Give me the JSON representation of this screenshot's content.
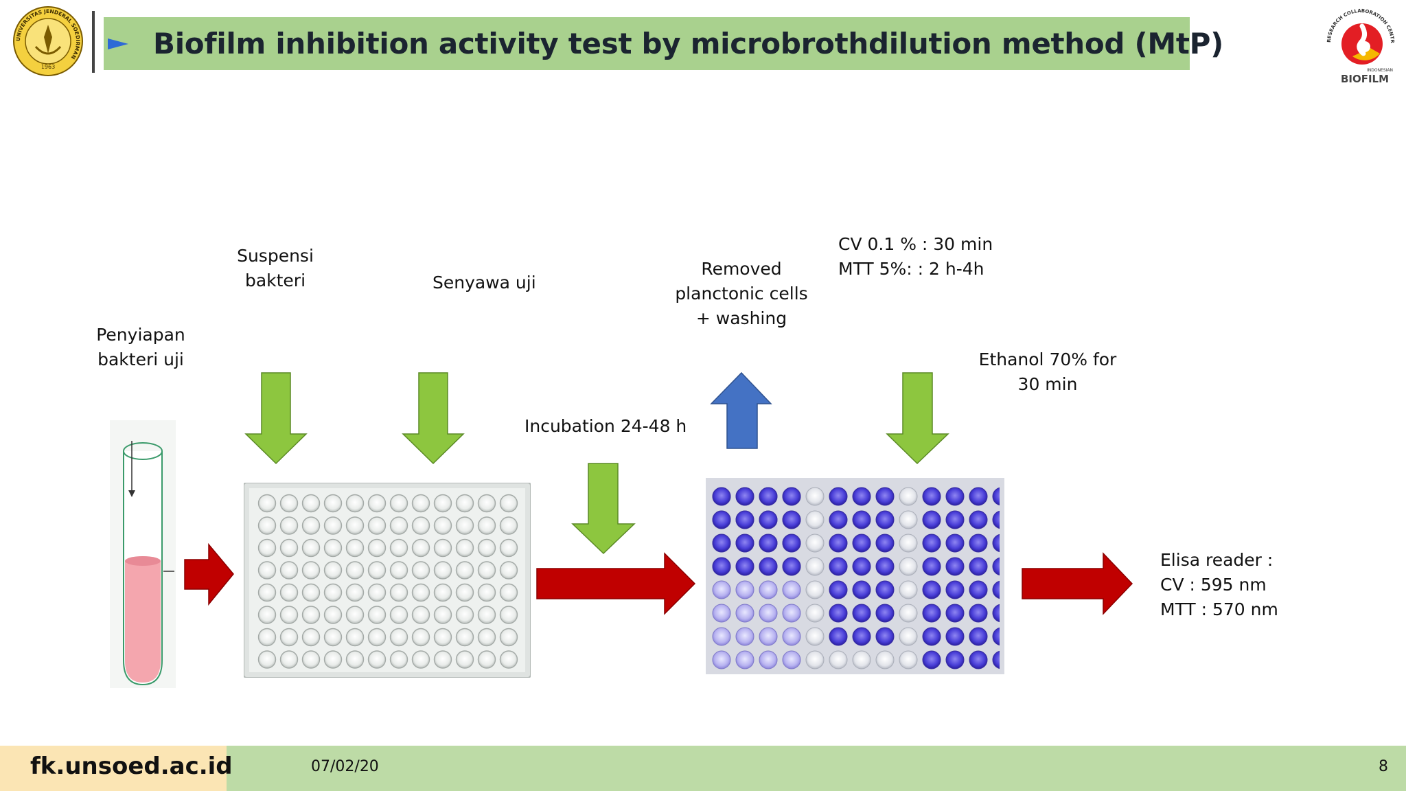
{
  "header": {
    "title": "Biofilm inhibition activity test by microbrothdilution method (MtP)",
    "left_logo": {
      "icon": "university-seal-icon",
      "ring_text": "UNIVERSITAS JENDERAL SOEDIRMAN",
      "year": "1963"
    },
    "right_logo": {
      "icon": "biofilm-rcc-logo-icon",
      "ring_text": "RESEARCH COLLABORATION CENTRE",
      "sub_text": "INDONESIAN",
      "name": "BIOFILM"
    }
  },
  "labels": {
    "penyiapan": "Penyiapan\nbakteri uji",
    "suspensi": "Suspensi\nbakteri",
    "senyawa": "Senyawa uji",
    "incubation": "Incubation 24-48 h",
    "removed": "Removed\nplanctonic cells\n+ washing",
    "cv_mtt": "CV  0.1 % : 30 min\nMTT 5%: : 2 h-4h",
    "ethanol": "Ethanol 70% for\n30 min",
    "elisa": "Elisa reader :\nCV : 595 nm\nMTT : 570 nm"
  },
  "colors": {
    "title_bar": "#a9d18e",
    "green_arrow": "#8dc63f",
    "blue_arrow": "#4472c4",
    "red_arrow": "#c00000",
    "footer_left": "#fbe5b4",
    "footer_right": "#bddba6",
    "crystal_violet": "#3f2fd6"
  },
  "footer": {
    "site": "fk.unsoed.ac.id",
    "date": "07/02/20",
    "page": "8"
  }
}
